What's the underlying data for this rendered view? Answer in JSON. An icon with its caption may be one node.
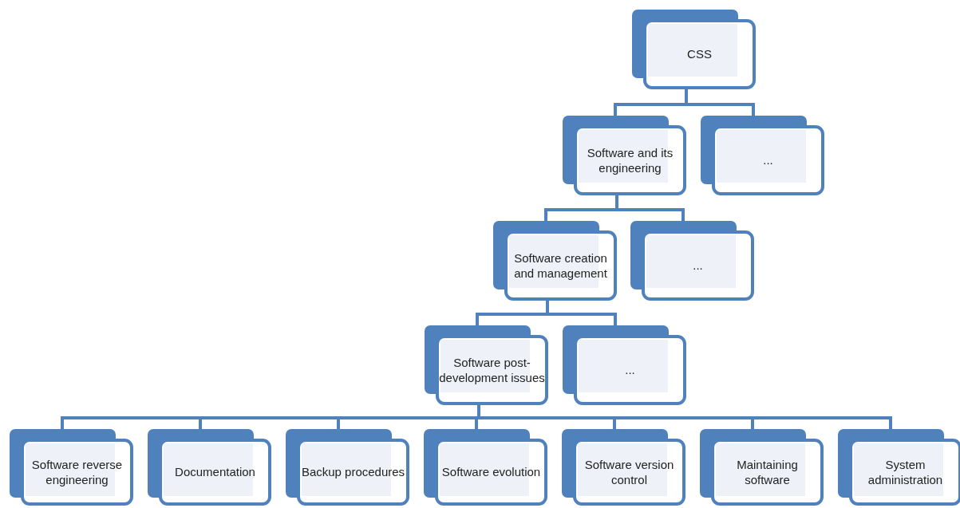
{
  "diagram": {
    "nodes": [
      {
        "text": [
          "CSS"
        ]
      },
      {
        "text": [
          "Software and its engineering"
        ]
      },
      {
        "text": [
          "..."
        ]
      },
      {
        "text": [
          "Software creation and management"
        ]
      },
      {
        "text": [
          "..."
        ]
      },
      {
        "text": [
          "Software post-development issues"
        ]
      },
      {
        "text": [
          "..."
        ]
      },
      {
        "text": [
          "Software reverse engineering"
        ]
      },
      {
        "text": [
          "Documentation"
        ]
      },
      {
        "text": [
          "Backup procedures"
        ]
      },
      {
        "text": [
          "Software evolution"
        ]
      },
      {
        "text": [
          "Software version control"
        ]
      },
      {
        "text": [
          "Maintaining software"
        ]
      },
      {
        "text": [
          "System administration"
        ]
      }
    ],
    "edges": [
      {
        "from": 0,
        "to": 1,
        "arrow": "none"
      },
      {
        "from": 0,
        "to": 2,
        "arrow": "none"
      },
      {
        "from": 1,
        "to": 3,
        "arrow": "none"
      },
      {
        "from": 1,
        "to": 4,
        "arrow": "none"
      },
      {
        "from": 3,
        "to": 5,
        "arrow": "none"
      },
      {
        "from": 3,
        "to": 6,
        "arrow": "none"
      },
      {
        "from": 5,
        "to": 7,
        "arrow": "none"
      },
      {
        "from": 5,
        "to": 8,
        "arrow": "none"
      },
      {
        "from": 5,
        "to": 9,
        "arrow": "none"
      },
      {
        "from": 5,
        "to": 10,
        "arrow": "none"
      },
      {
        "from": 5,
        "to": 11,
        "arrow": "none"
      },
      {
        "from": 5,
        "to": 12,
        "arrow": "none"
      },
      {
        "from": 5,
        "to": 13,
        "arrow": "none"
      }
    ]
  }
}
